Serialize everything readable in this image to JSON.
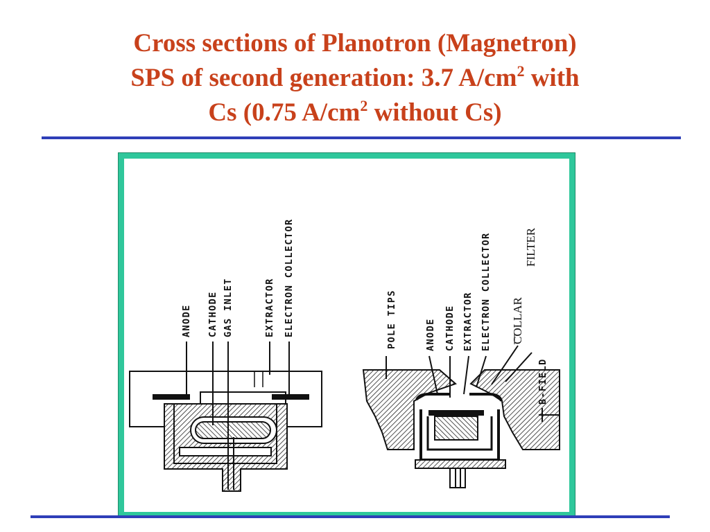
{
  "slide": {
    "title_line1": "Cross sections of Planotron (Magnetron)",
    "title_line2_a": "SPS of second generation: 3.7 A/cm",
    "title_line2_sup": "2",
    "title_line2_b": " with",
    "title_line3_a": "Cs (0.75 A/cm",
    "title_line3_sup": "2",
    "title_line3_b": " without Cs)"
  },
  "colors": {
    "title": "#c8411b",
    "rules": "#2e3fb8",
    "frame": "#2fc79b"
  },
  "left_diagram": {
    "labels": {
      "anode": "ANODE",
      "cathode": "CATHODE",
      "gas_inlet": "GAS INLET",
      "extractor": "EXTRACTOR",
      "electron_collector": "ELECTRON COLLECTOR"
    }
  },
  "right_diagram": {
    "labels": {
      "pole_tips": "POLE TIPS",
      "anode": "ANODE",
      "cathode": "CATHODE",
      "extractor": "EXTRACTOR",
      "electron_collector": "ELECTRON COLLECTOR",
      "collar": "COLLAR",
      "filter": "FILTER",
      "b_field": "B-FIELD"
    }
  }
}
